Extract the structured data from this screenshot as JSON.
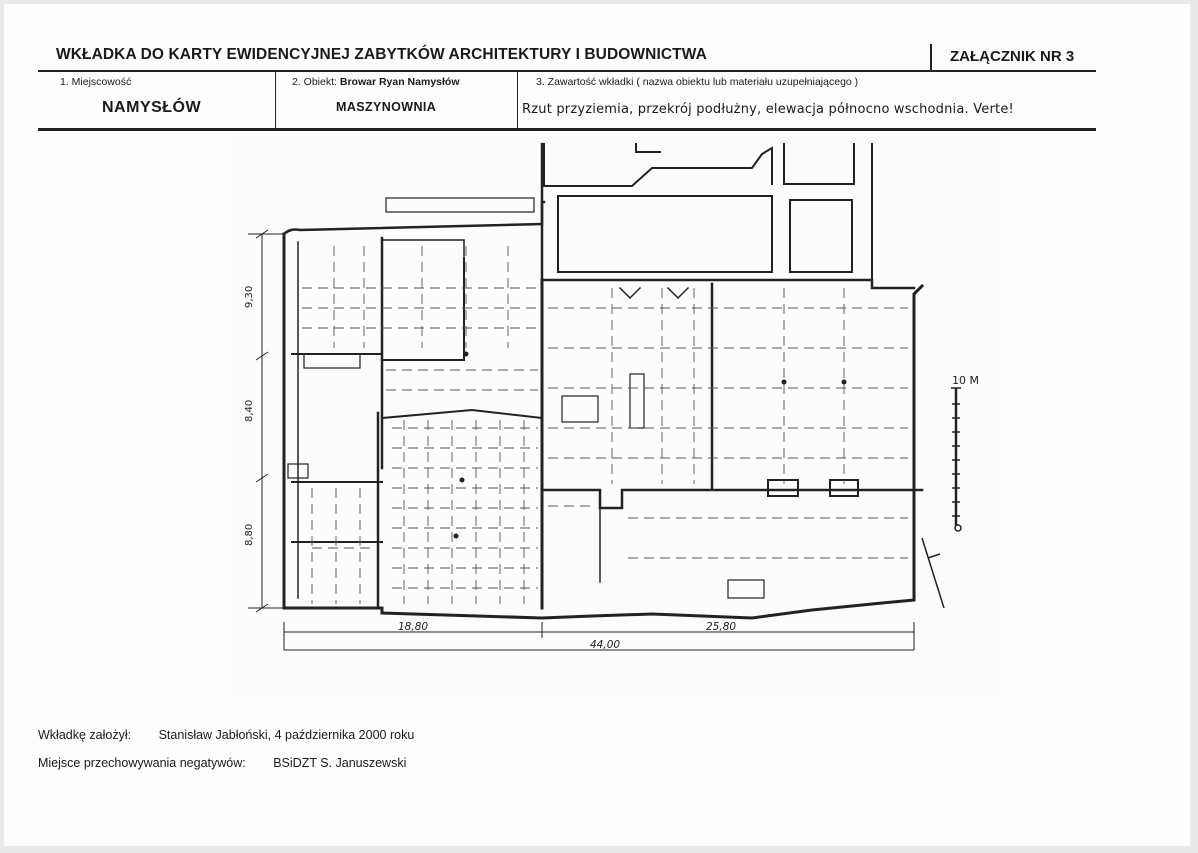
{
  "header": {
    "title": "WKŁADKA DO KARTY EWIDENCYJNEJ ZABYTKÓW ARCHITEKTURY I BUDOWNICTWA",
    "annex": "ZAŁĄCZNIK NR 3"
  },
  "fields": {
    "locality_label": "1. Miejscowość",
    "locality_value": "NAMYSŁÓW",
    "object_label_prefix": "2. Obiekt:",
    "object_label_name": "Browar Ryan Namysłów",
    "object_value": "MASZYNOWNIA",
    "content_label": "3. Zawartość wkładki ( nazwa obiektu lub materiału uzupełniającego )",
    "content_value": "Rzut przyziemia, przekrój podłużny, elewacja północno wschodnia. Verte!"
  },
  "drawing": {
    "dim_left_top": "9,30",
    "dim_left_mid": "8,40",
    "dim_left_bot": "8,80",
    "dim_bottom_left": "18,80",
    "dim_bottom_right": "25,80",
    "dim_bottom_total": "44,00",
    "scale_label": "10 M"
  },
  "footer": {
    "author_label": "Wkładkę założył:",
    "author_value": "Stanisław Jabłoński, 4 października 2000 roku",
    "negatives_label": "Miejsce przechowywania negatywów:",
    "negatives_value": "BSiDZT S. Januszewski"
  }
}
